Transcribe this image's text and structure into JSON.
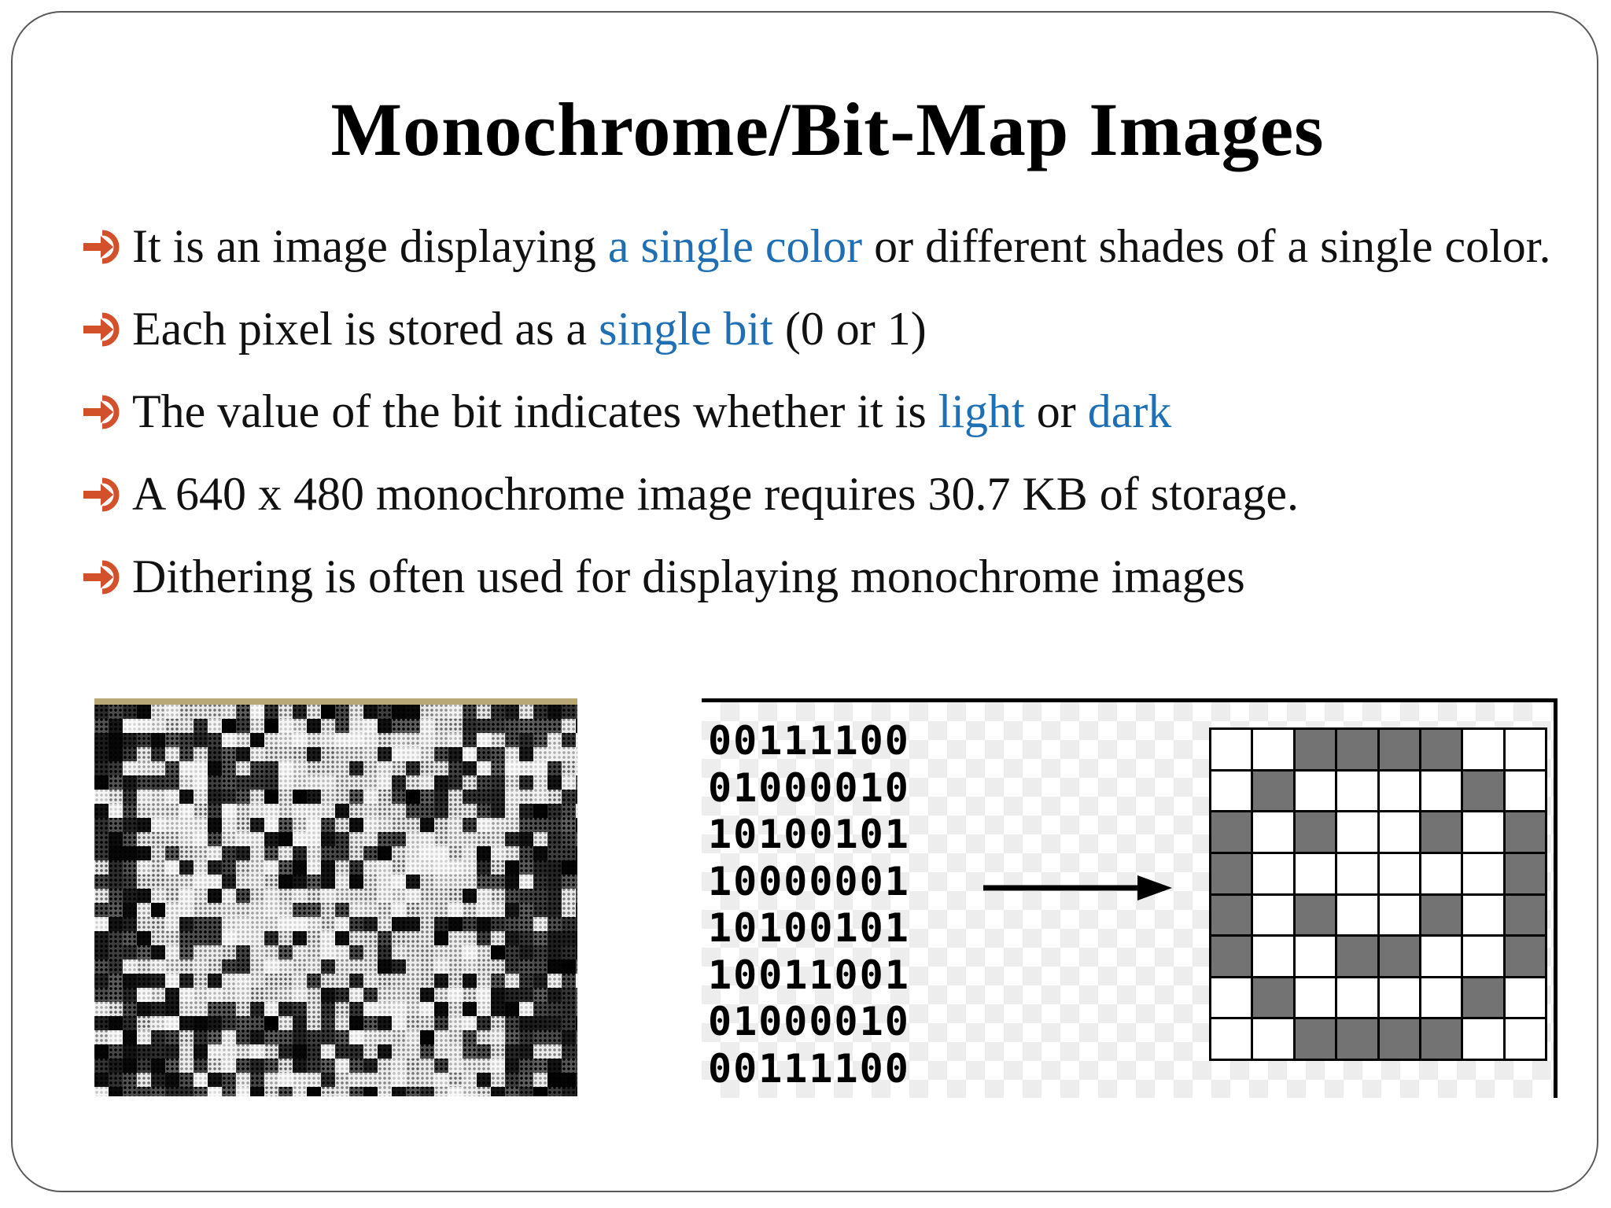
{
  "slide": {
    "title": "Monochrome/Bit-Map Images",
    "accent_color": "#d2502a",
    "highlight_color": "#1f6fb5",
    "bullets": [
      {
        "segments": [
          {
            "text": "It is an image displaying ",
            "hl": false
          },
          {
            "text": "a single color",
            "hl": true
          },
          {
            "text": " or different shades of a single color.",
            "hl": false
          }
        ]
      },
      {
        "segments": [
          {
            "text": "Each pixel is stored as a ",
            "hl": false
          },
          {
            "text": "single bit",
            "hl": true
          },
          {
            "text": " (0 or 1)",
            "hl": false
          }
        ]
      },
      {
        "segments": [
          {
            "text": "The value of the bit indicates whether it is ",
            "hl": false
          },
          {
            "text": "light",
            "hl": true
          },
          {
            "text": " or ",
            "hl": false
          },
          {
            "text": "dark",
            "hl": true
          }
        ]
      },
      {
        "segments": [
          {
            "text": "A 640 x 480 monochrome image requires 30.7 KB of storage.",
            "hl": false
          }
        ]
      },
      {
        "segments": [
          {
            "text": "Dithering is often used for displaying monochrome images",
            "hl": false
          }
        ]
      }
    ],
    "bullet_icon": "arrow-right-circle-icon"
  },
  "figure": {
    "photo_icon": "dithered-photo-image",
    "binary_rows": [
      "00111100",
      "01000010",
      "10100101",
      "10000001",
      "10100101",
      "10011001",
      "01000010",
      "00111100"
    ],
    "arrow_icon": "arrow-right-icon",
    "pixel_on_color": "#737373",
    "pixel_off_color": "#ffffff"
  }
}
